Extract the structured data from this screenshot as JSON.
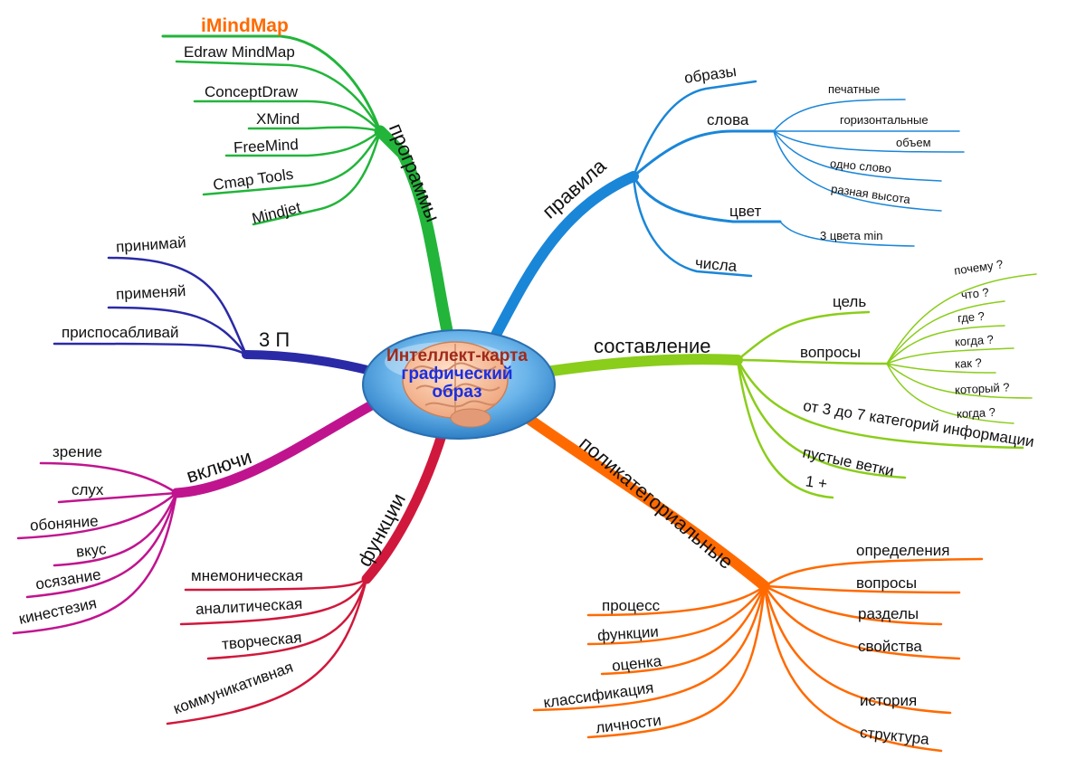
{
  "center": {
    "line1": "Интеллект-карта",
    "line2": "графический",
    "line3": "образ",
    "colors": {
      "line1": "#a02a1a",
      "line2": "#1a2fe0",
      "line3": "#1a2fe0"
    }
  },
  "branches": {
    "programs": {
      "label": "программы",
      "color": "#22b53a",
      "items": [
        "iMindMap",
        "Edraw MindMap",
        "ConceptDraw",
        "XMind",
        "FreeMind",
        "Cmap Tools",
        "Mindjet"
      ],
      "highlight_color": "#ff6a00"
    },
    "rules": {
      "label": "правила",
      "color": "#1a86d8",
      "items": [
        "образы",
        "слова",
        "цвет",
        "числа"
      ],
      "words_sub": [
        "печатные",
        "горизонтальные",
        "объем",
        "одно слово",
        "разная высота"
      ],
      "color_sub": [
        "3 цвета min"
      ]
    },
    "composition": {
      "label": "составление",
      "color": "#8acd1a",
      "items": [
        "цель",
        "вопросы",
        "от 3 до 7 категорий информации",
        "пустые ветки",
        "1 +"
      ],
      "questions_sub": [
        "почему ?",
        "что ?",
        "где ?",
        "когда ?",
        "как ?",
        "который ?",
        "когда ?"
      ]
    },
    "polycategorial": {
      "label": "поликатегориальные",
      "color": "#ff6a00",
      "right_items": [
        "определения",
        "вопросы",
        "разделы",
        "свойства",
        "история",
        "структура"
      ],
      "left_items": [
        "процесс",
        "функции",
        "оценка",
        "классификация",
        "личности"
      ]
    },
    "functions": {
      "label": "функции",
      "color": "#d0183c",
      "items": [
        "мнемоническая",
        "аналитическая",
        "творческая",
        "коммуникативная"
      ]
    },
    "include": {
      "label": "включи",
      "color": "#c0148f",
      "items": [
        "зрение",
        "слух",
        "обоняние",
        "вкус",
        "осязание",
        "кинестезия"
      ]
    },
    "three_p": {
      "label": "3 П",
      "color": "#2a2aa6",
      "items": [
        "принимай",
        "применяй",
        "приспосабливай"
      ]
    }
  }
}
